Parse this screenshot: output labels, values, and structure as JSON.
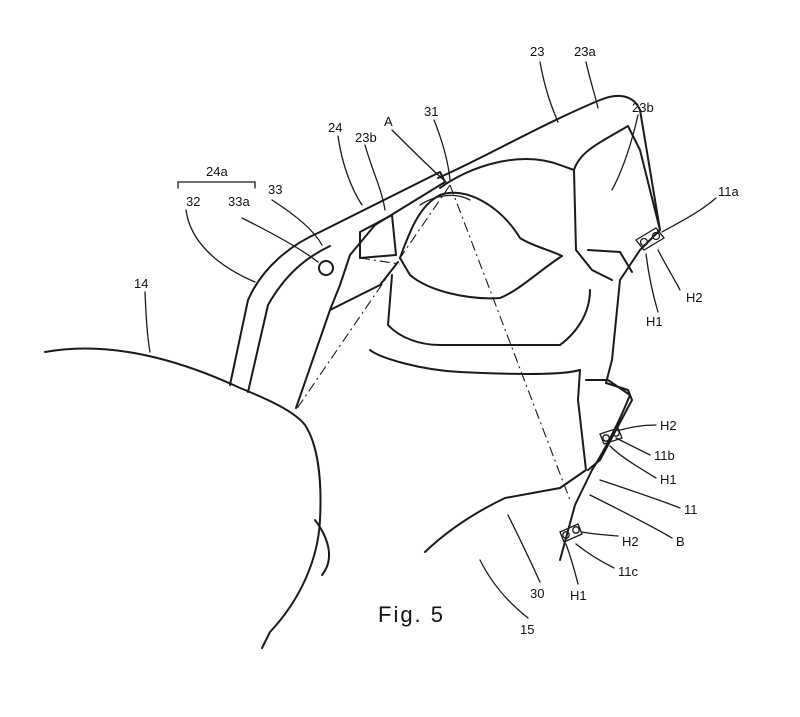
{
  "figure": {
    "caption": "Fig. 5",
    "labels": {
      "l23": "23",
      "l23a": "23a",
      "l23b_right": "23b",
      "l11a": "11a",
      "l24": "24",
      "l23b_left": "23b",
      "lA": "A",
      "l31": "31",
      "l24a": "24a",
      "l32": "32",
      "l33a": "33a",
      "l33": "33",
      "l14": "14",
      "lH2_top": "H2",
      "lH1_top": "H1",
      "lH2_mid": "H2",
      "l11b": "11b",
      "lH1_mid": "H1",
      "l11": "11",
      "lB": "B",
      "lH2_bot": "H2",
      "l11c": "11c",
      "lH1_bot": "H1",
      "l30": "30",
      "l15": "15"
    }
  }
}
